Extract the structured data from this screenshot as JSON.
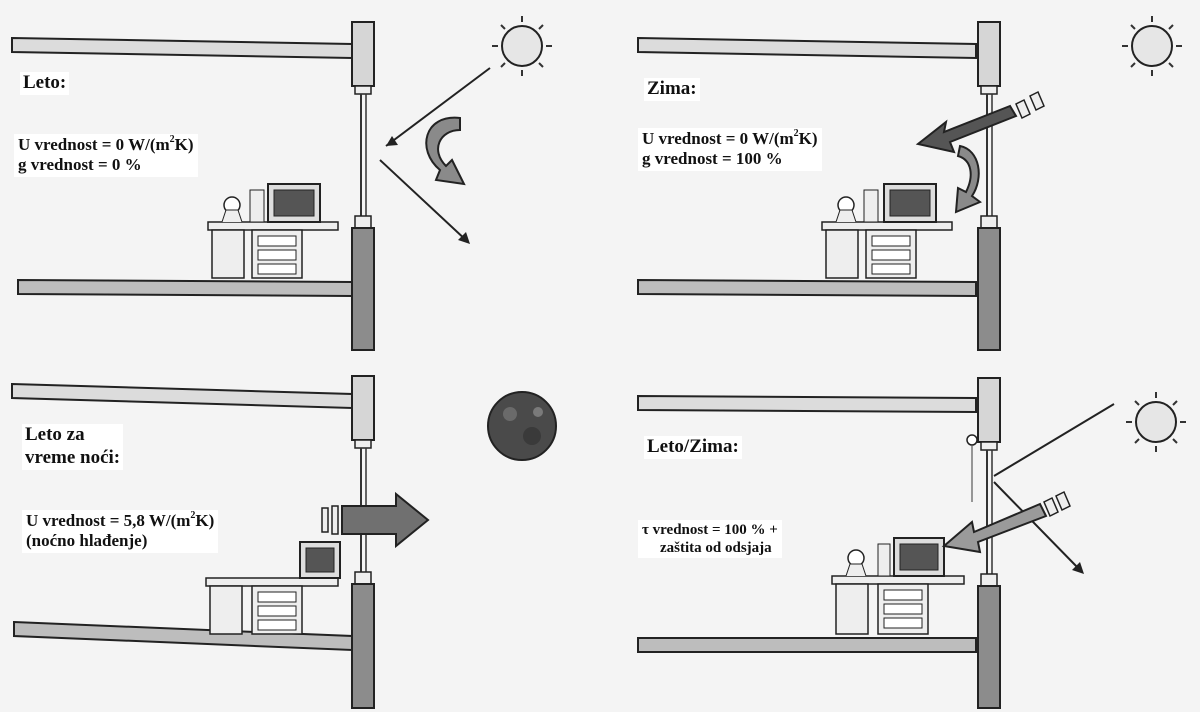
{
  "colors": {
    "background": "#f4f4f4",
    "beam": "#dcdcdc",
    "outline": "#222222",
    "arrow_fill": "#8a8a8a",
    "arrow_dark": "#555555",
    "moon": "#4a4a4a"
  },
  "panels": [
    {
      "id": "leto",
      "title": "Leto:",
      "lines": [
        "U vrednost = 0 W/(m",
        "K)",
        "g vrednost = 0 %"
      ],
      "sup": "2",
      "icons": [
        "sun-icon",
        "reflect-arrow-icon",
        "desk-computer-icon"
      ]
    },
    {
      "id": "zima",
      "title": "Zima:",
      "lines": [
        "U vrednost = 0 W/(m",
        "K)",
        "g vrednost =  100 %"
      ],
      "sup": "2",
      "icons": [
        "sun-icon",
        "sunbeam-arrow-icon",
        "desk-computer-icon"
      ]
    },
    {
      "id": "leto-noc",
      "title_line1": "Leto za",
      "title_line2": "vreme noći:",
      "lines": [
        "U vrednost = 5,8 W/(m",
        "K)",
        "(noćno hlađenje)"
      ],
      "sup": "2",
      "icons": [
        "moon-icon",
        "heat-out-arrow-icon",
        "desk-computer-icon"
      ]
    },
    {
      "id": "leto-zima",
      "title": "Leto/Zima:",
      "lines": [
        "τ vrednost = 100 % +",
        "zaštita od odsjaja"
      ],
      "icons": [
        "sun-icon",
        "light-arrow-icon",
        "desk-computer-icon"
      ]
    }
  ]
}
